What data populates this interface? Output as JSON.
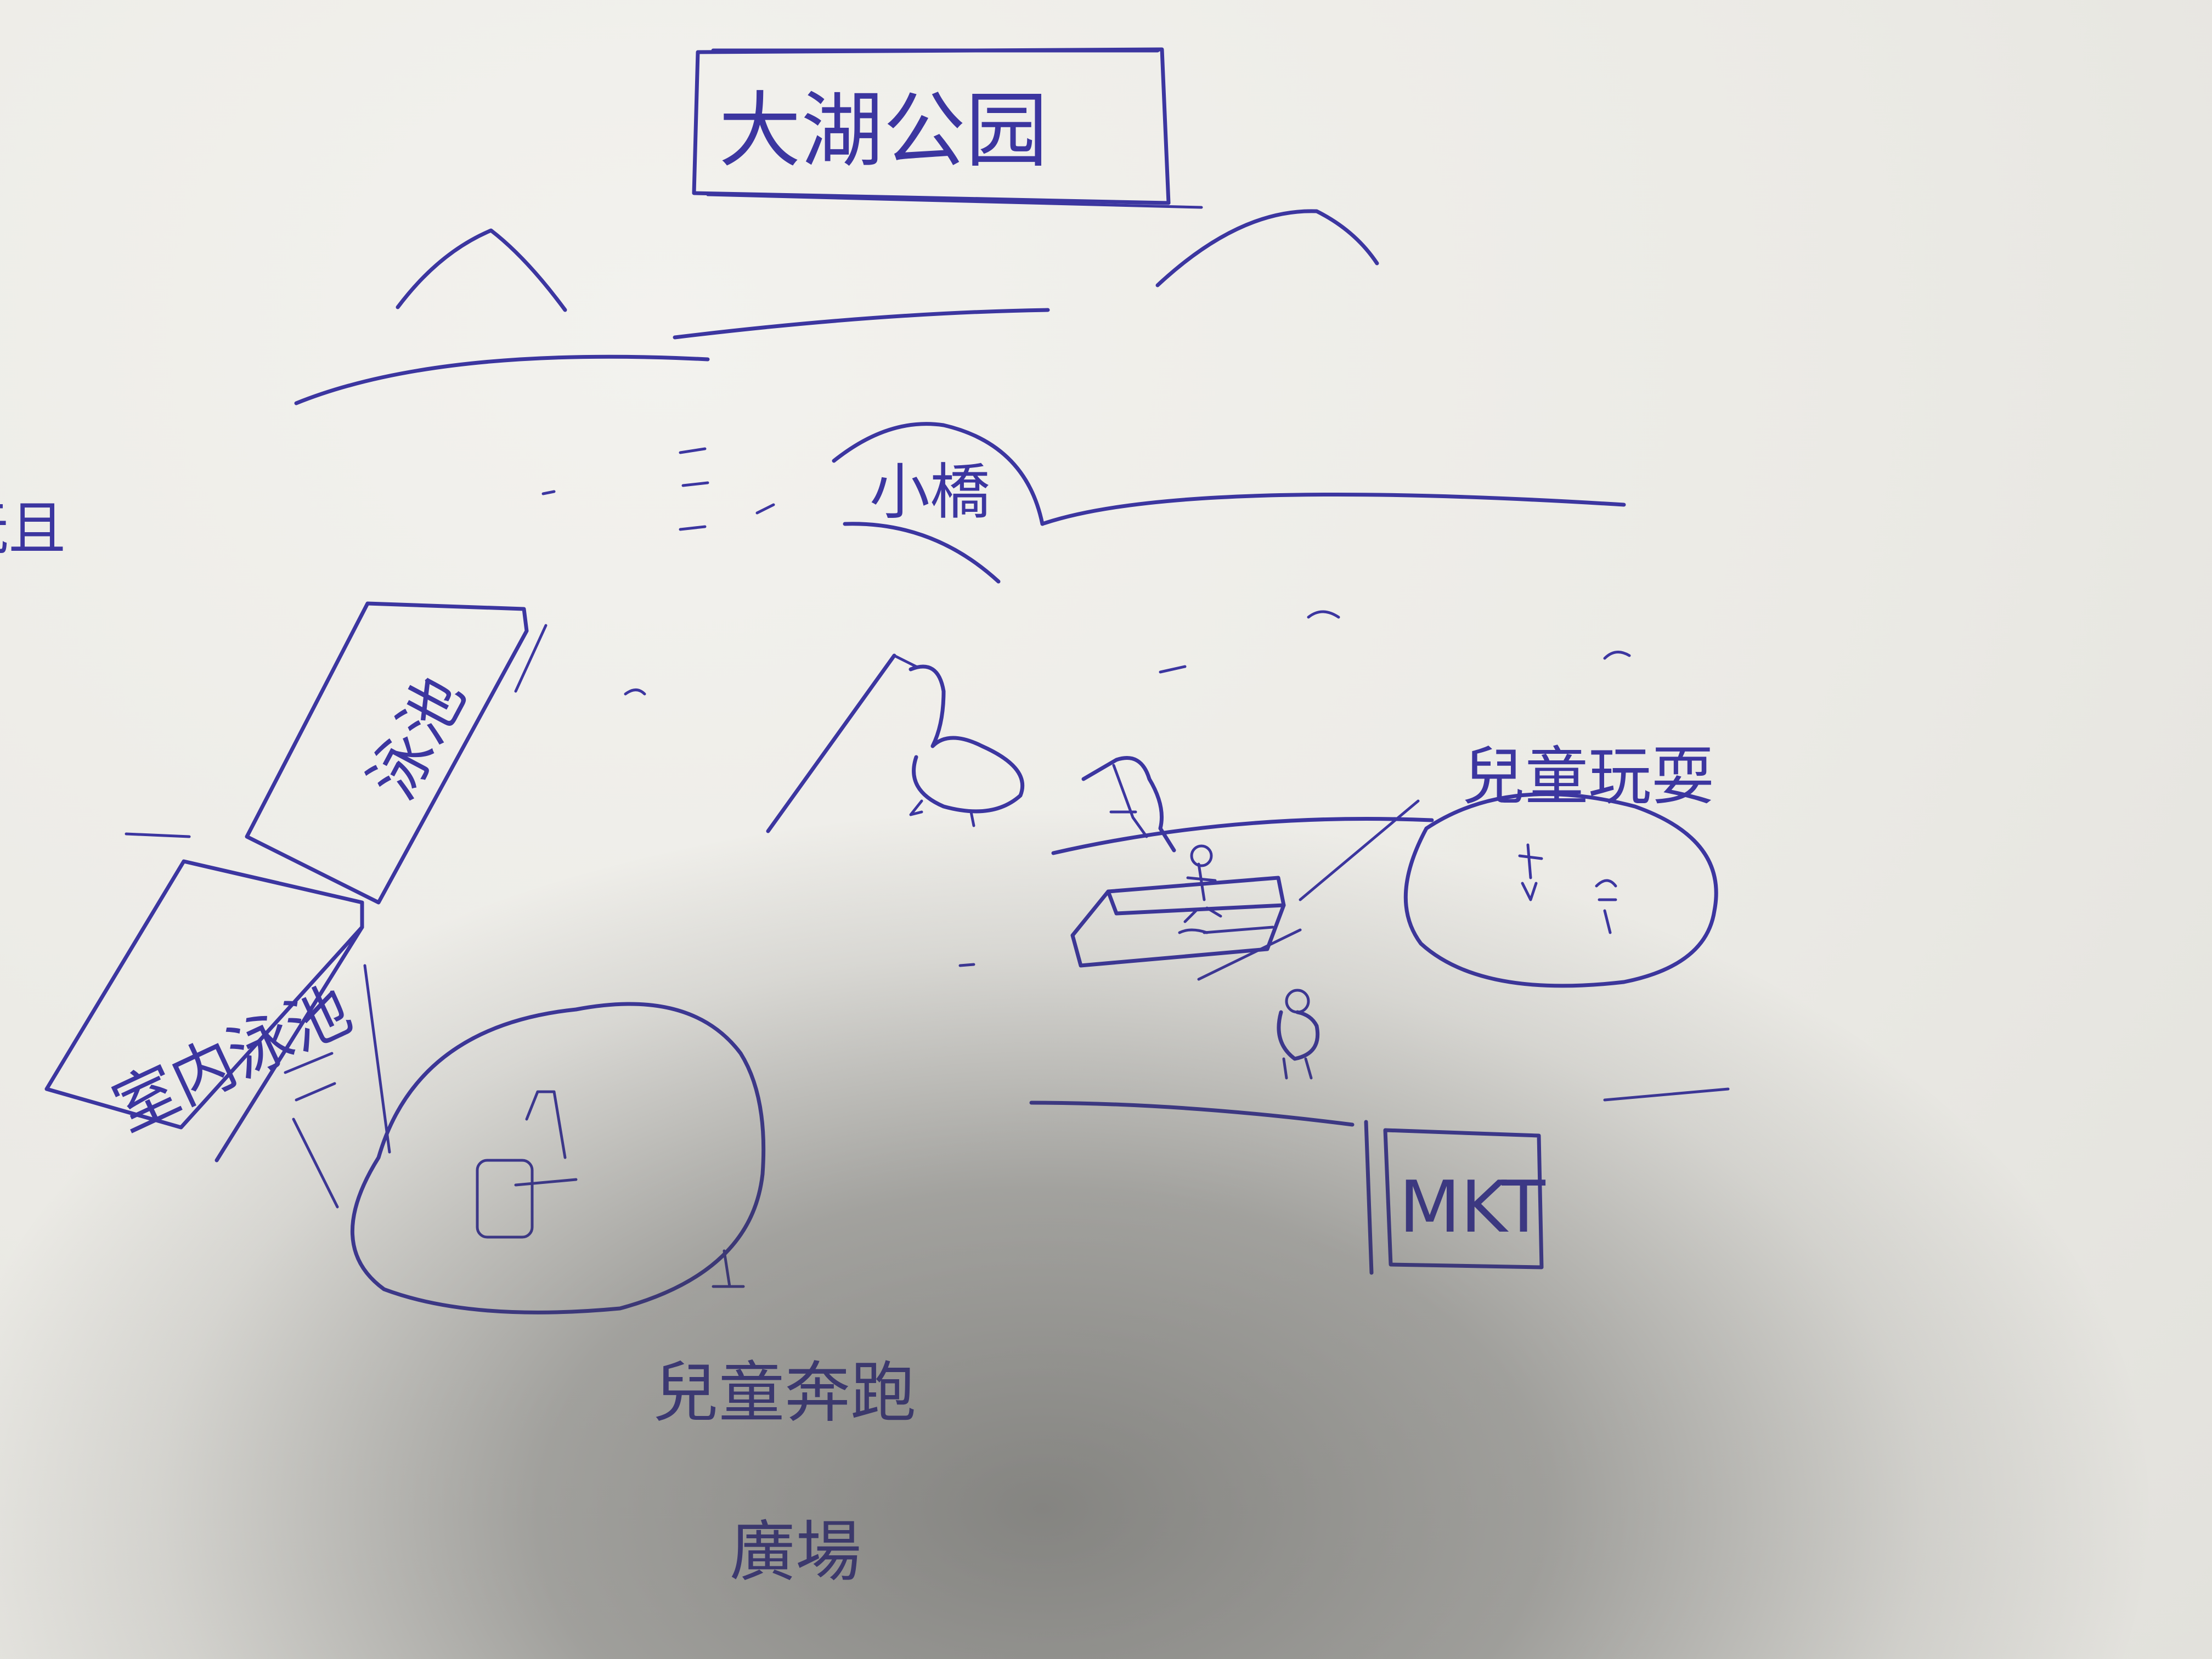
{
  "sketch": {
    "title": "大湖公园",
    "edge_text": "玩且",
    "bridge_label": "小橋",
    "pool_label": "泳池",
    "indoor_pool_label": "室内泳池",
    "playground_label": "兒童玩耍",
    "run_plaza_label_line1": "兒童奔跑",
    "run_plaza_label_line2": "廣場",
    "mkt_label": "MKT",
    "ink_color": "#3c36a0",
    "paper_color": "#efeeea"
  }
}
